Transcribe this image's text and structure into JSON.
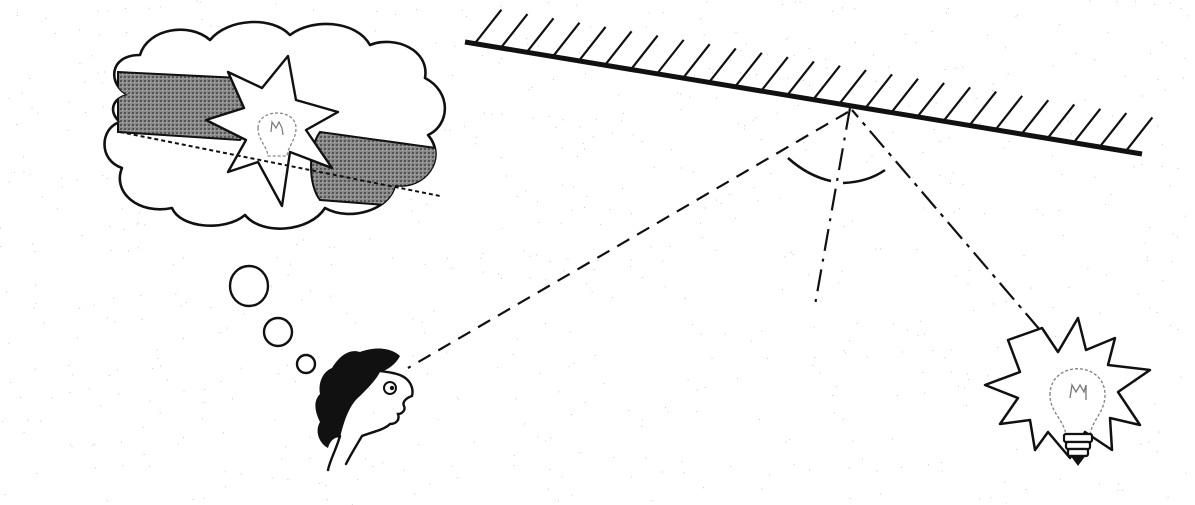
{
  "figure": {
    "kind": "reflection-of-light-diagram",
    "elements": [
      "mirror",
      "mirror-hatching",
      "normal-line",
      "incident-ray",
      "reflected-ray",
      "angle-of-incidence-arc",
      "angle-of-reflection-arc",
      "light-bulb",
      "observer-head",
      "thought-bubble",
      "imagined-bulb-behind-mirror"
    ]
  },
  "colors": {
    "ink": "#111111",
    "paper": "#ffffff",
    "shading": "#7a7a7a",
    "speckle": "#c8c8c8"
  },
  "icons": {
    "source": "light-bulb-icon",
    "observer": "person-head-icon",
    "thought": "thought-cloud-icon"
  }
}
